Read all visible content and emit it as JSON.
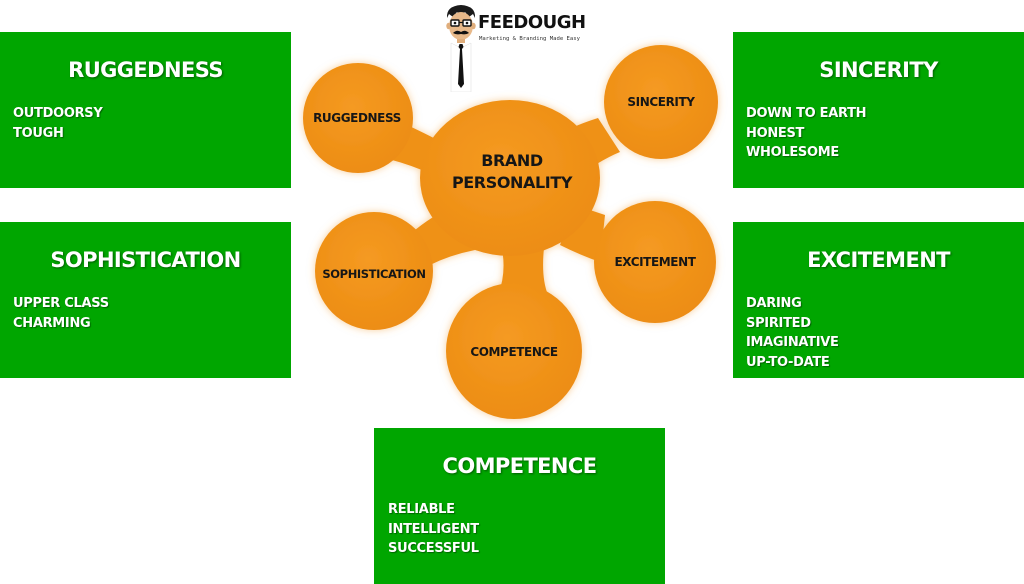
{
  "logo": {
    "name": "FEEDOUGH",
    "tagline": "Marketing & Branding Made Easy"
  },
  "diagram": {
    "center": {
      "line1": "BRAND",
      "line2": "PERSONALITY"
    },
    "nodes": {
      "ruggedness": "RUGGEDNESS",
      "sincerity": "SINCERITY",
      "sophistication": "SOPHISTICATION",
      "excitement": "EXCITEMENT",
      "competence": "COMPETENCE"
    }
  },
  "categories": {
    "ruggedness": {
      "title": "RUGGEDNESS",
      "traits": [
        "OUTDOORSY",
        "TOUGH"
      ]
    },
    "sophistication": {
      "title": "SOPHISTICATION",
      "traits": [
        "UPPER CLASS",
        "CHARMING"
      ]
    },
    "sincerity": {
      "title": "SINCERITY",
      "traits": [
        "DOWN TO EARTH",
        "HONEST",
        "WHOLESOME"
      ]
    },
    "excitement": {
      "title": "EXCITEMENT",
      "traits": [
        "DARING",
        "SPIRITED",
        "IMAGINATIVE",
        "UP-TO-DATE"
      ]
    },
    "competence": {
      "title": "COMPETENCE",
      "traits": [
        "RELIABLE",
        "INTELLIGENT",
        "SUCCESSFUL"
      ]
    }
  },
  "colors": {
    "box_green": "#00a600",
    "node_orange": "#f0941c",
    "text_dark": "#161616",
    "text_light": "#ffffff"
  }
}
